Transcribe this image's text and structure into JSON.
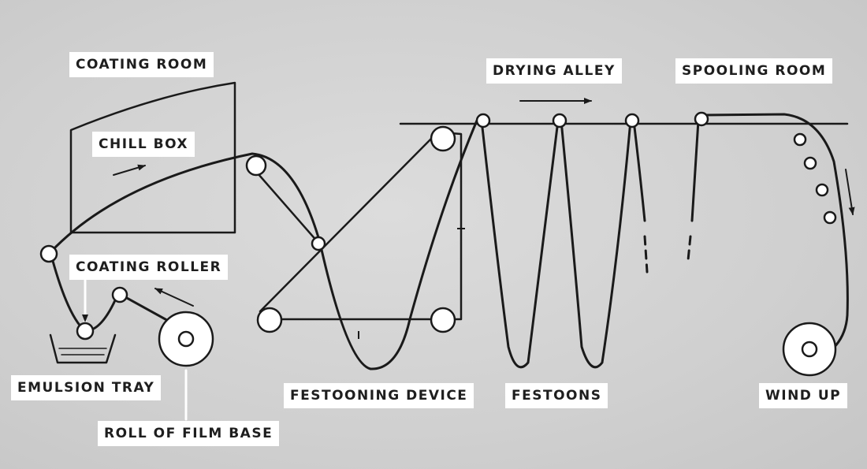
{
  "labels": {
    "coating_room": "COATING ROOM",
    "chill_box": "CHILL BOX",
    "coating_roller": "COATING ROLLER",
    "emulsion_tray": "EMULSION TRAY",
    "roll_of_film_base": "ROLL OF FILM BASE",
    "festooning_device": "FESTOONING DEVICE",
    "festoons": "FESTOONS",
    "drying_alley": "DRYING ALLEY",
    "spooling_room": "SPOOLING ROOM",
    "wind_up": "WIND UP"
  },
  "colors": {
    "background": "#d4d4d4",
    "line": "#1a1a1a",
    "label_background": "#ffffff"
  }
}
